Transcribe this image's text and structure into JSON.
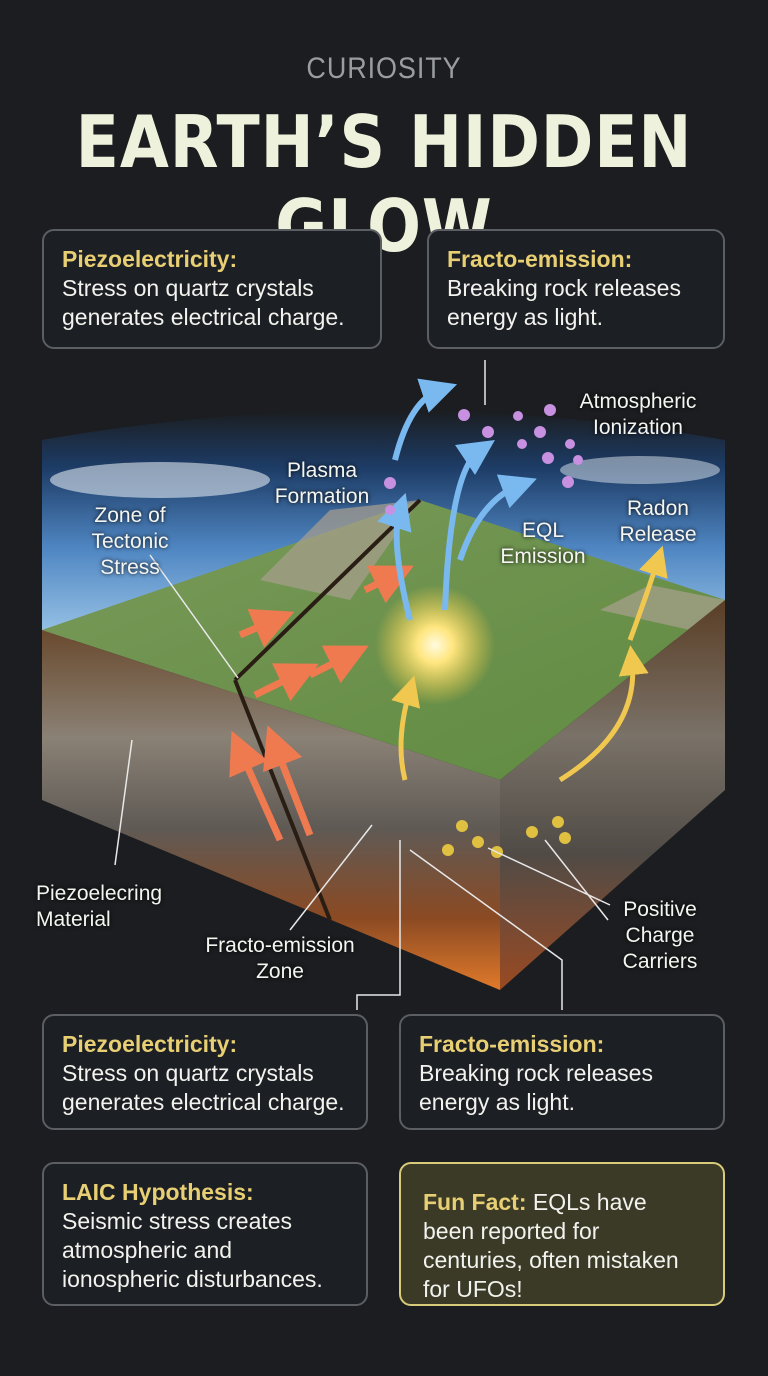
{
  "header": {
    "kicker": "CURIOSITY",
    "title": "EARTH’S HIDDEN GLOW"
  },
  "top_boxes": [
    {
      "heading": "Piezoelectricity:",
      "body": "Stress on quartz crystals generates electrical charge."
    },
    {
      "heading": "Fracto-emission:",
      "body": "Breaking rock releases energy as light."
    }
  ],
  "diagram_labels": {
    "atmospheric_ionization": "Atmospheric Ionization",
    "plasma_formation": "Plasma Formation",
    "zone_tectonic_stress": "Zone of Tectonic Stress",
    "eql_emission": "EQL Emission",
    "radon_release": "Radon Release",
    "piezo_material": "Piezoelecring Material",
    "fracto_zone": "Fracto-emission Zone",
    "positive_charge": "Positive Charge Carriers"
  },
  "bottom_boxes": [
    {
      "heading": "Piezoelectricity:",
      "body": "Stress on quartz crystals generates electrical charge."
    },
    {
      "heading": "Fracto-emission:",
      "body": "Breaking rock releases energy as light."
    },
    {
      "heading": "LAIC Hypothesis:",
      "body": "Seismic stress creates atmospheric and ionospheric disturbances."
    }
  ],
  "fun_fact": {
    "heading": "Fun Fact:",
    "body": " EQLs have been reported for centuries, often mistaken for UFOs!"
  },
  "colors": {
    "background": "#1b1d20",
    "heading_accent": "#e8cf73",
    "title": "#eef2dc",
    "fun_fact_border": "#d8cc7a",
    "stress_arrow": "#f07a50",
    "ion_arrow": "#7ab8f0",
    "radon_arrow": "#f0c850"
  }
}
